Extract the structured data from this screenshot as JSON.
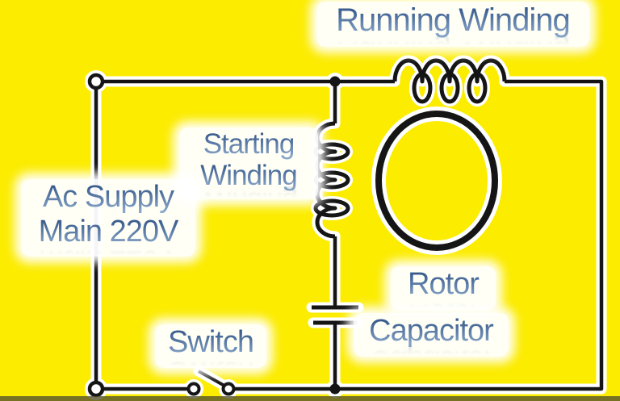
{
  "colors": {
    "background": "#fcec00",
    "wire": "#151515",
    "label_text": "#4f73a1",
    "halo": "#ffffff"
  },
  "labels": {
    "running_winding": "Running Winding",
    "starting_winding": [
      "Starting",
      "Winding"
    ],
    "ac_supply": [
      "Ac Supply",
      "Main 220V"
    ],
    "switch": "Switch",
    "rotor": "Rotor",
    "capacitor": "Capacitor"
  },
  "components": {
    "running_winding": "inductor-coil-icon",
    "starting_winding": "inductor-coil-icon",
    "rotor": "rotor-circle-icon",
    "capacitor": "capacitor-plates-icon",
    "switch": "open-switch-icon",
    "supply_terminals": "terminal-circle-icon"
  }
}
